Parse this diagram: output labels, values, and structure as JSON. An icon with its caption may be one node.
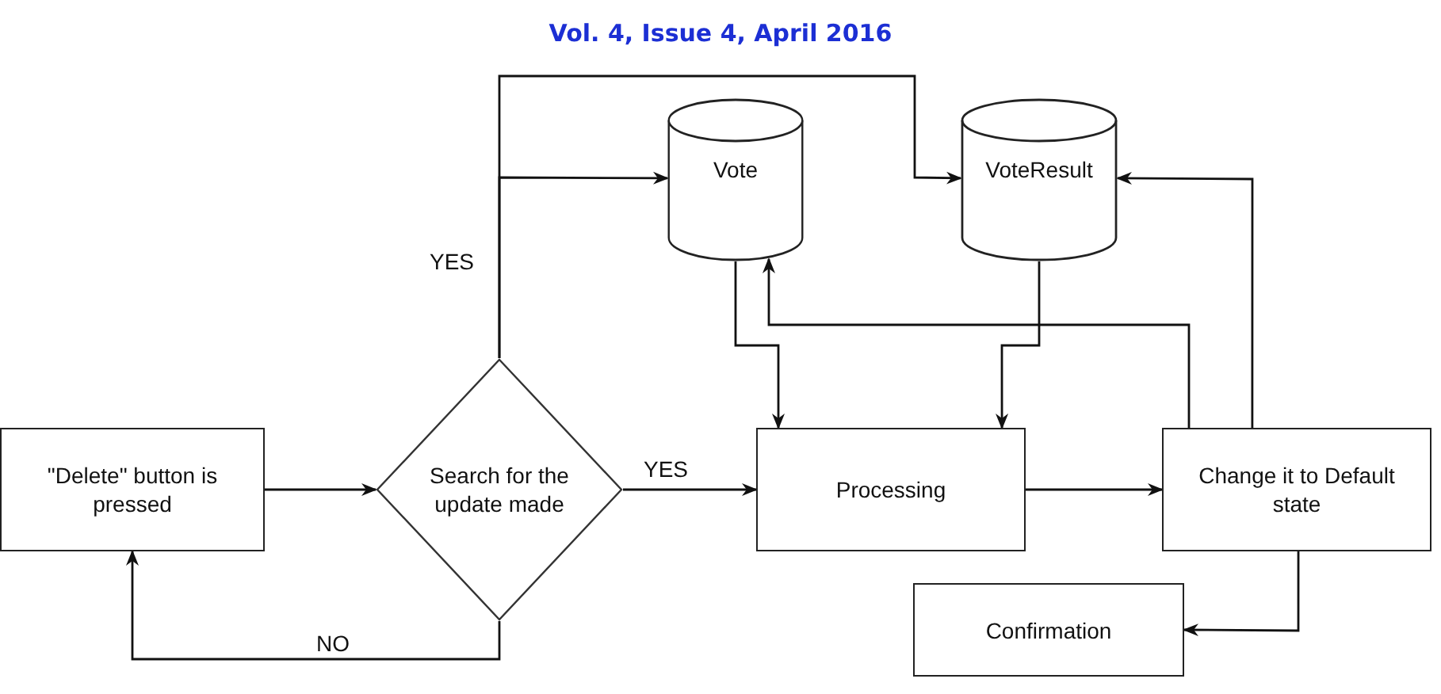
{
  "diagram": {
    "title": "Vol. 4, Issue 4, April 2016",
    "nodes": [
      {
        "text": [
          "\"Delete\" button is pressed"
        ]
      },
      {
        "text": [
          "Search for the update made"
        ]
      },
      {
        "text": [
          "Vote"
        ]
      },
      {
        "text": [
          "VoteResult"
        ]
      },
      {
        "text": [
          "Processing"
        ]
      },
      {
        "text": [
          "Change it to Default state"
        ]
      },
      {
        "text": [
          "Confirmation"
        ]
      }
    ],
    "edges": [
      {
        "from": 0,
        "to": 1,
        "arrow": "to"
      },
      {
        "from": 1,
        "to": 2,
        "arrow": "to",
        "label": "YES"
      },
      {
        "from": 1,
        "to": 3,
        "arrow": "to"
      },
      {
        "from": 1,
        "to": 4,
        "arrow": "to",
        "label": "YES"
      },
      {
        "from": 1,
        "to": 0,
        "arrow": "to",
        "label": "NO"
      },
      {
        "from": 2,
        "to": 4,
        "arrow": "to"
      },
      {
        "from": 3,
        "to": 4,
        "arrow": "to"
      },
      {
        "from": 4,
        "to": 5,
        "arrow": "to"
      },
      {
        "from": 5,
        "to": 2,
        "arrow": "to"
      },
      {
        "from": 5,
        "to": 3,
        "arrow": "to"
      },
      {
        "from": 5,
        "to": 6,
        "arrow": "to"
      }
    ]
  }
}
